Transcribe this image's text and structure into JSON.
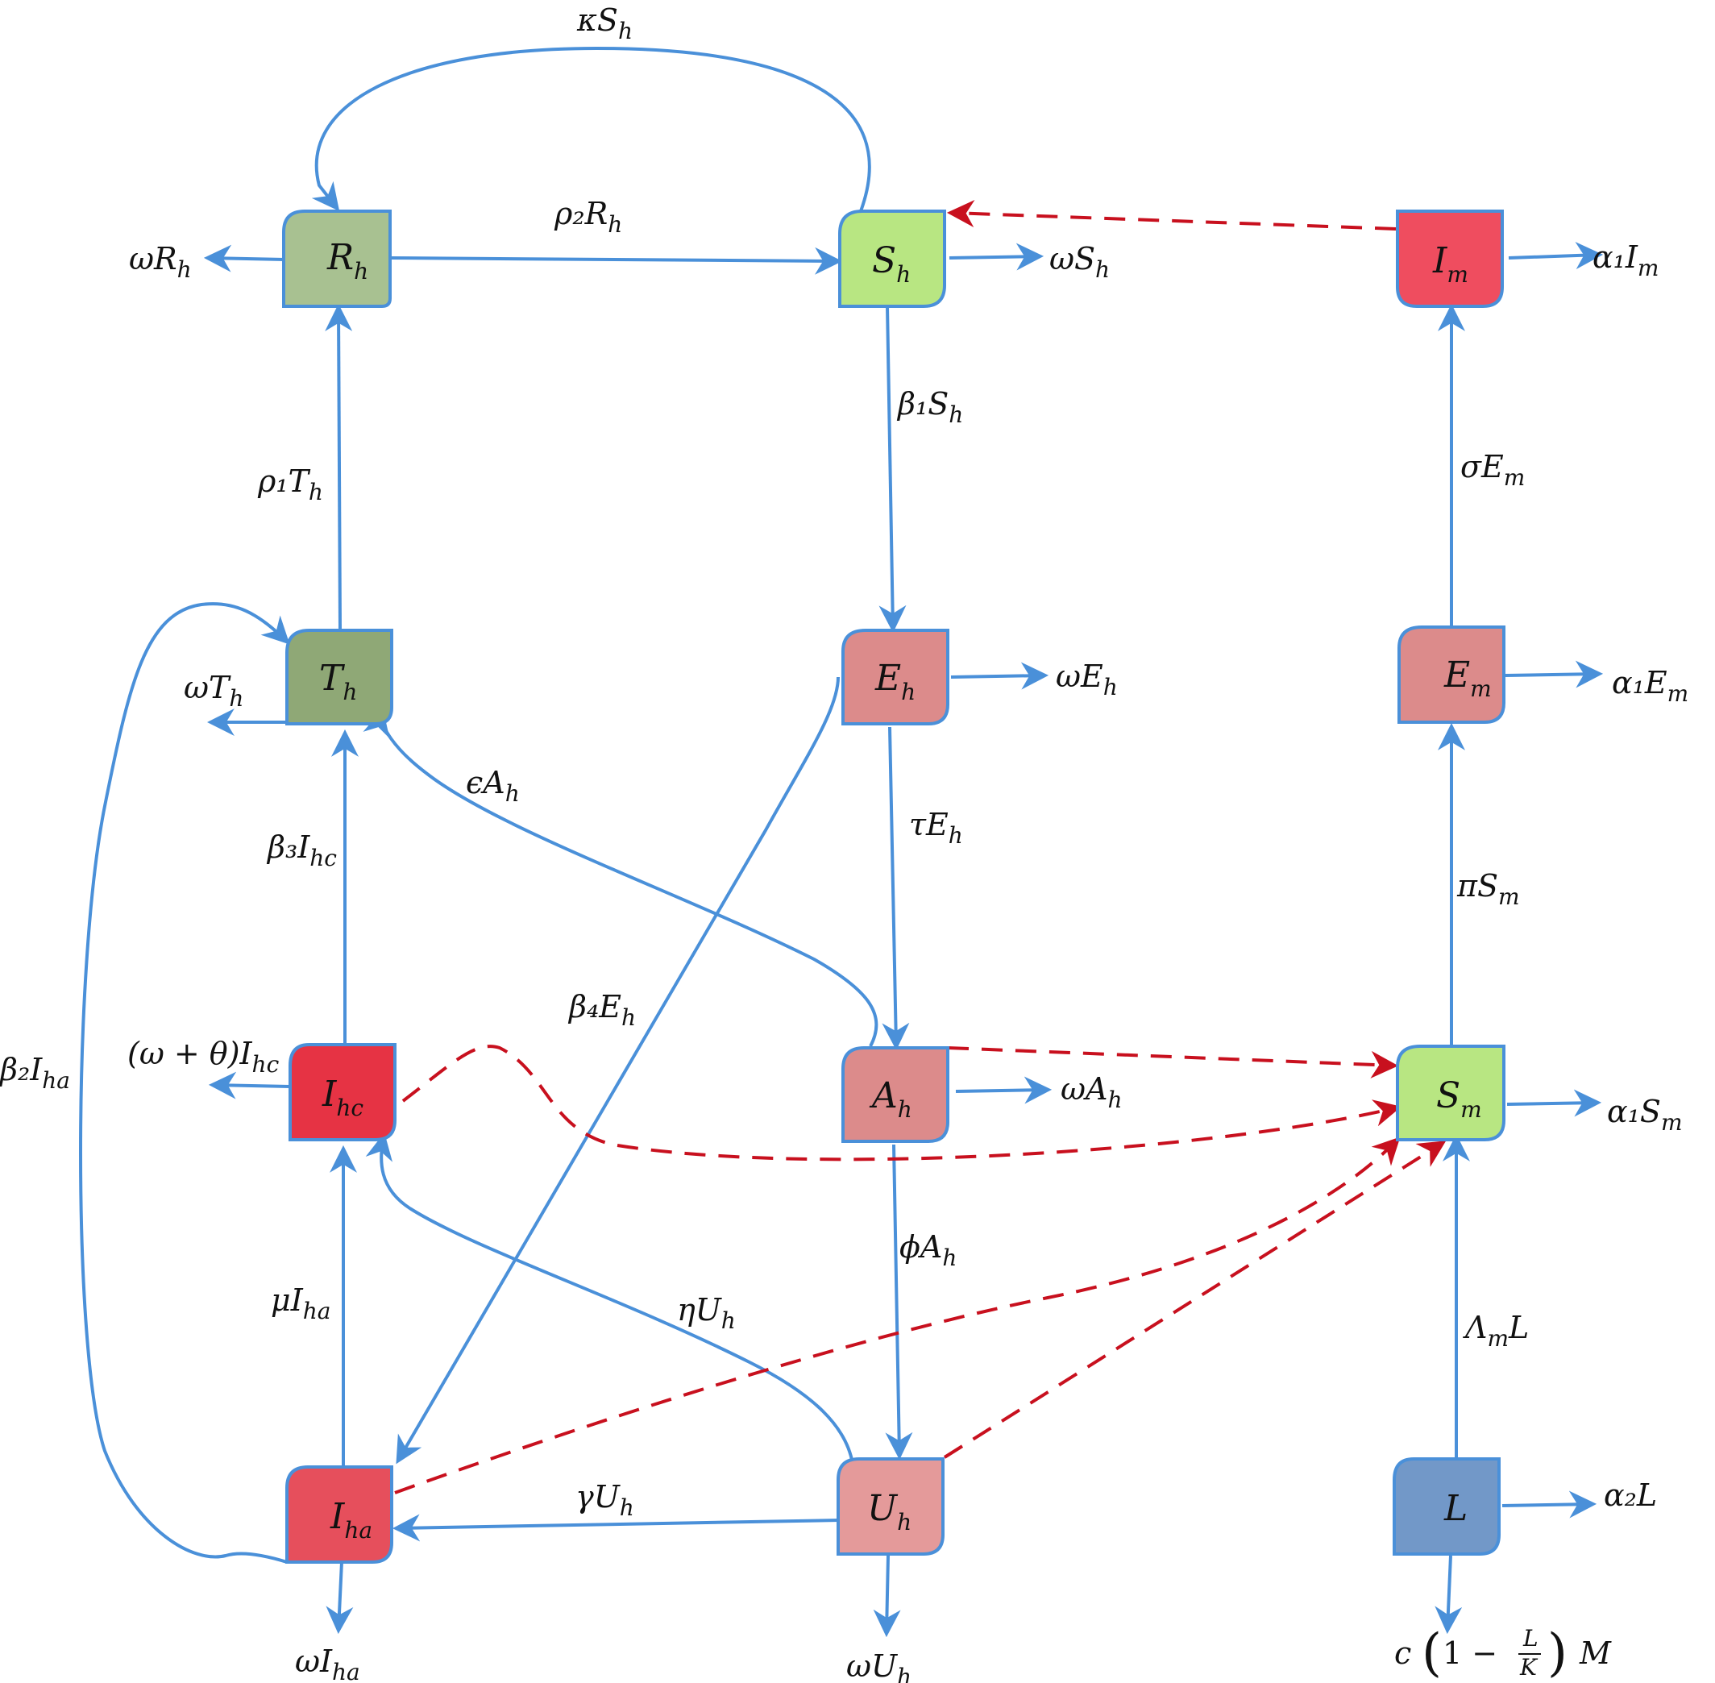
{
  "colors": {
    "flow_line": "#4a90d9",
    "infection_dashed": "#c8101e",
    "box_border": "#4a90d9"
  },
  "nodes": {
    "Rh": {
      "base": "R",
      "sub": "h",
      "color": "#a8c191"
    },
    "Sh": {
      "base": "S",
      "sub": "h",
      "color": "#b8e682"
    },
    "Im": {
      "base": "I",
      "sub": "m",
      "color": "#ef4d5f"
    },
    "Th": {
      "base": "T",
      "sub": "h",
      "color": "#8fa876"
    },
    "Eh": {
      "base": "E",
      "sub": "h",
      "color": "#dc8b8b"
    },
    "Em": {
      "base": "E",
      "sub": "m",
      "color": "#dc8b8b"
    },
    "Ihc": {
      "base": "I",
      "sub": "hc",
      "color": "#e63344"
    },
    "Ah": {
      "base": "A",
      "sub": "h",
      "color": "#dc8b8b"
    },
    "Sm": {
      "base": "S",
      "sub": "m",
      "color": "#b8e682"
    },
    "Iha": {
      "base": "I",
      "sub": "ha",
      "color": "#e64f5c"
    },
    "Uh": {
      "base": "U",
      "sub": "h",
      "color": "#e49a9a"
    },
    "L": {
      "base": "L",
      "sub": "",
      "color": "#7298c8"
    }
  },
  "flows": {
    "kappa_Sh": {
      "base": "κS",
      "sub": "h"
    },
    "rho2_Rh": {
      "base": "ρ₂R",
      "sub": "h"
    },
    "omega_Rh": {
      "base": "ωR",
      "sub": "h"
    },
    "omega_Sh": {
      "base": "ωS",
      "sub": "h"
    },
    "alpha1_Im": {
      "base": "α₁I",
      "sub": "m"
    },
    "beta1_Sh": {
      "base": "β₁S",
      "sub": "h"
    },
    "rho1_Th": {
      "base": "ρ₁T",
      "sub": "h"
    },
    "sigma_Em": {
      "base": "σE",
      "sub": "m"
    },
    "omega_Th": {
      "base": "ωT",
      "sub": "h"
    },
    "omega_Eh": {
      "base": "ωE",
      "sub": "h"
    },
    "alpha1_Em": {
      "base": "α₁E",
      "sub": "m"
    },
    "eps_Ah": {
      "base": "ϵA",
      "sub": "h"
    },
    "tau_Eh": {
      "base": "τE",
      "sub": "h"
    },
    "beta3_Ihc": {
      "base": "β₃I",
      "sub": "hc"
    },
    "pi_Sm": {
      "base": "πS",
      "sub": "m"
    },
    "beta4_Eh": {
      "base": "β₄E",
      "sub": "h"
    },
    "beta2_Iha": {
      "base": "β₂I",
      "sub": "ha"
    },
    "omega_theta_Ihc": {
      "base": "(ω + θ)I",
      "sub": "hc"
    },
    "omega_Ah": {
      "base": "ωA",
      "sub": "h"
    },
    "alpha1_Sm": {
      "base": "α₁S",
      "sub": "m"
    },
    "phi_Ah": {
      "base": "ϕA",
      "sub": "h"
    },
    "mu_Iha": {
      "base": "μI",
      "sub": "ha"
    },
    "eta_Uh": {
      "base": "ηU",
      "sub": "h"
    },
    "Lambda_m_L": {
      "base": "Λ",
      "sub": "m",
      "tail": "L"
    },
    "gamma_Uh": {
      "base": "γU",
      "sub": "h"
    },
    "alpha2_L": {
      "base": "α₂L",
      "sub": ""
    },
    "omega_Iha": {
      "base": "ωI",
      "sub": "ha"
    },
    "omega_Uh": {
      "base": "ωU",
      "sub": "h"
    },
    "logistic": {
      "c": "c",
      "one_minus": "1 −",
      "frac_num": "L",
      "frac_den": "K",
      "tail": "M"
    }
  }
}
